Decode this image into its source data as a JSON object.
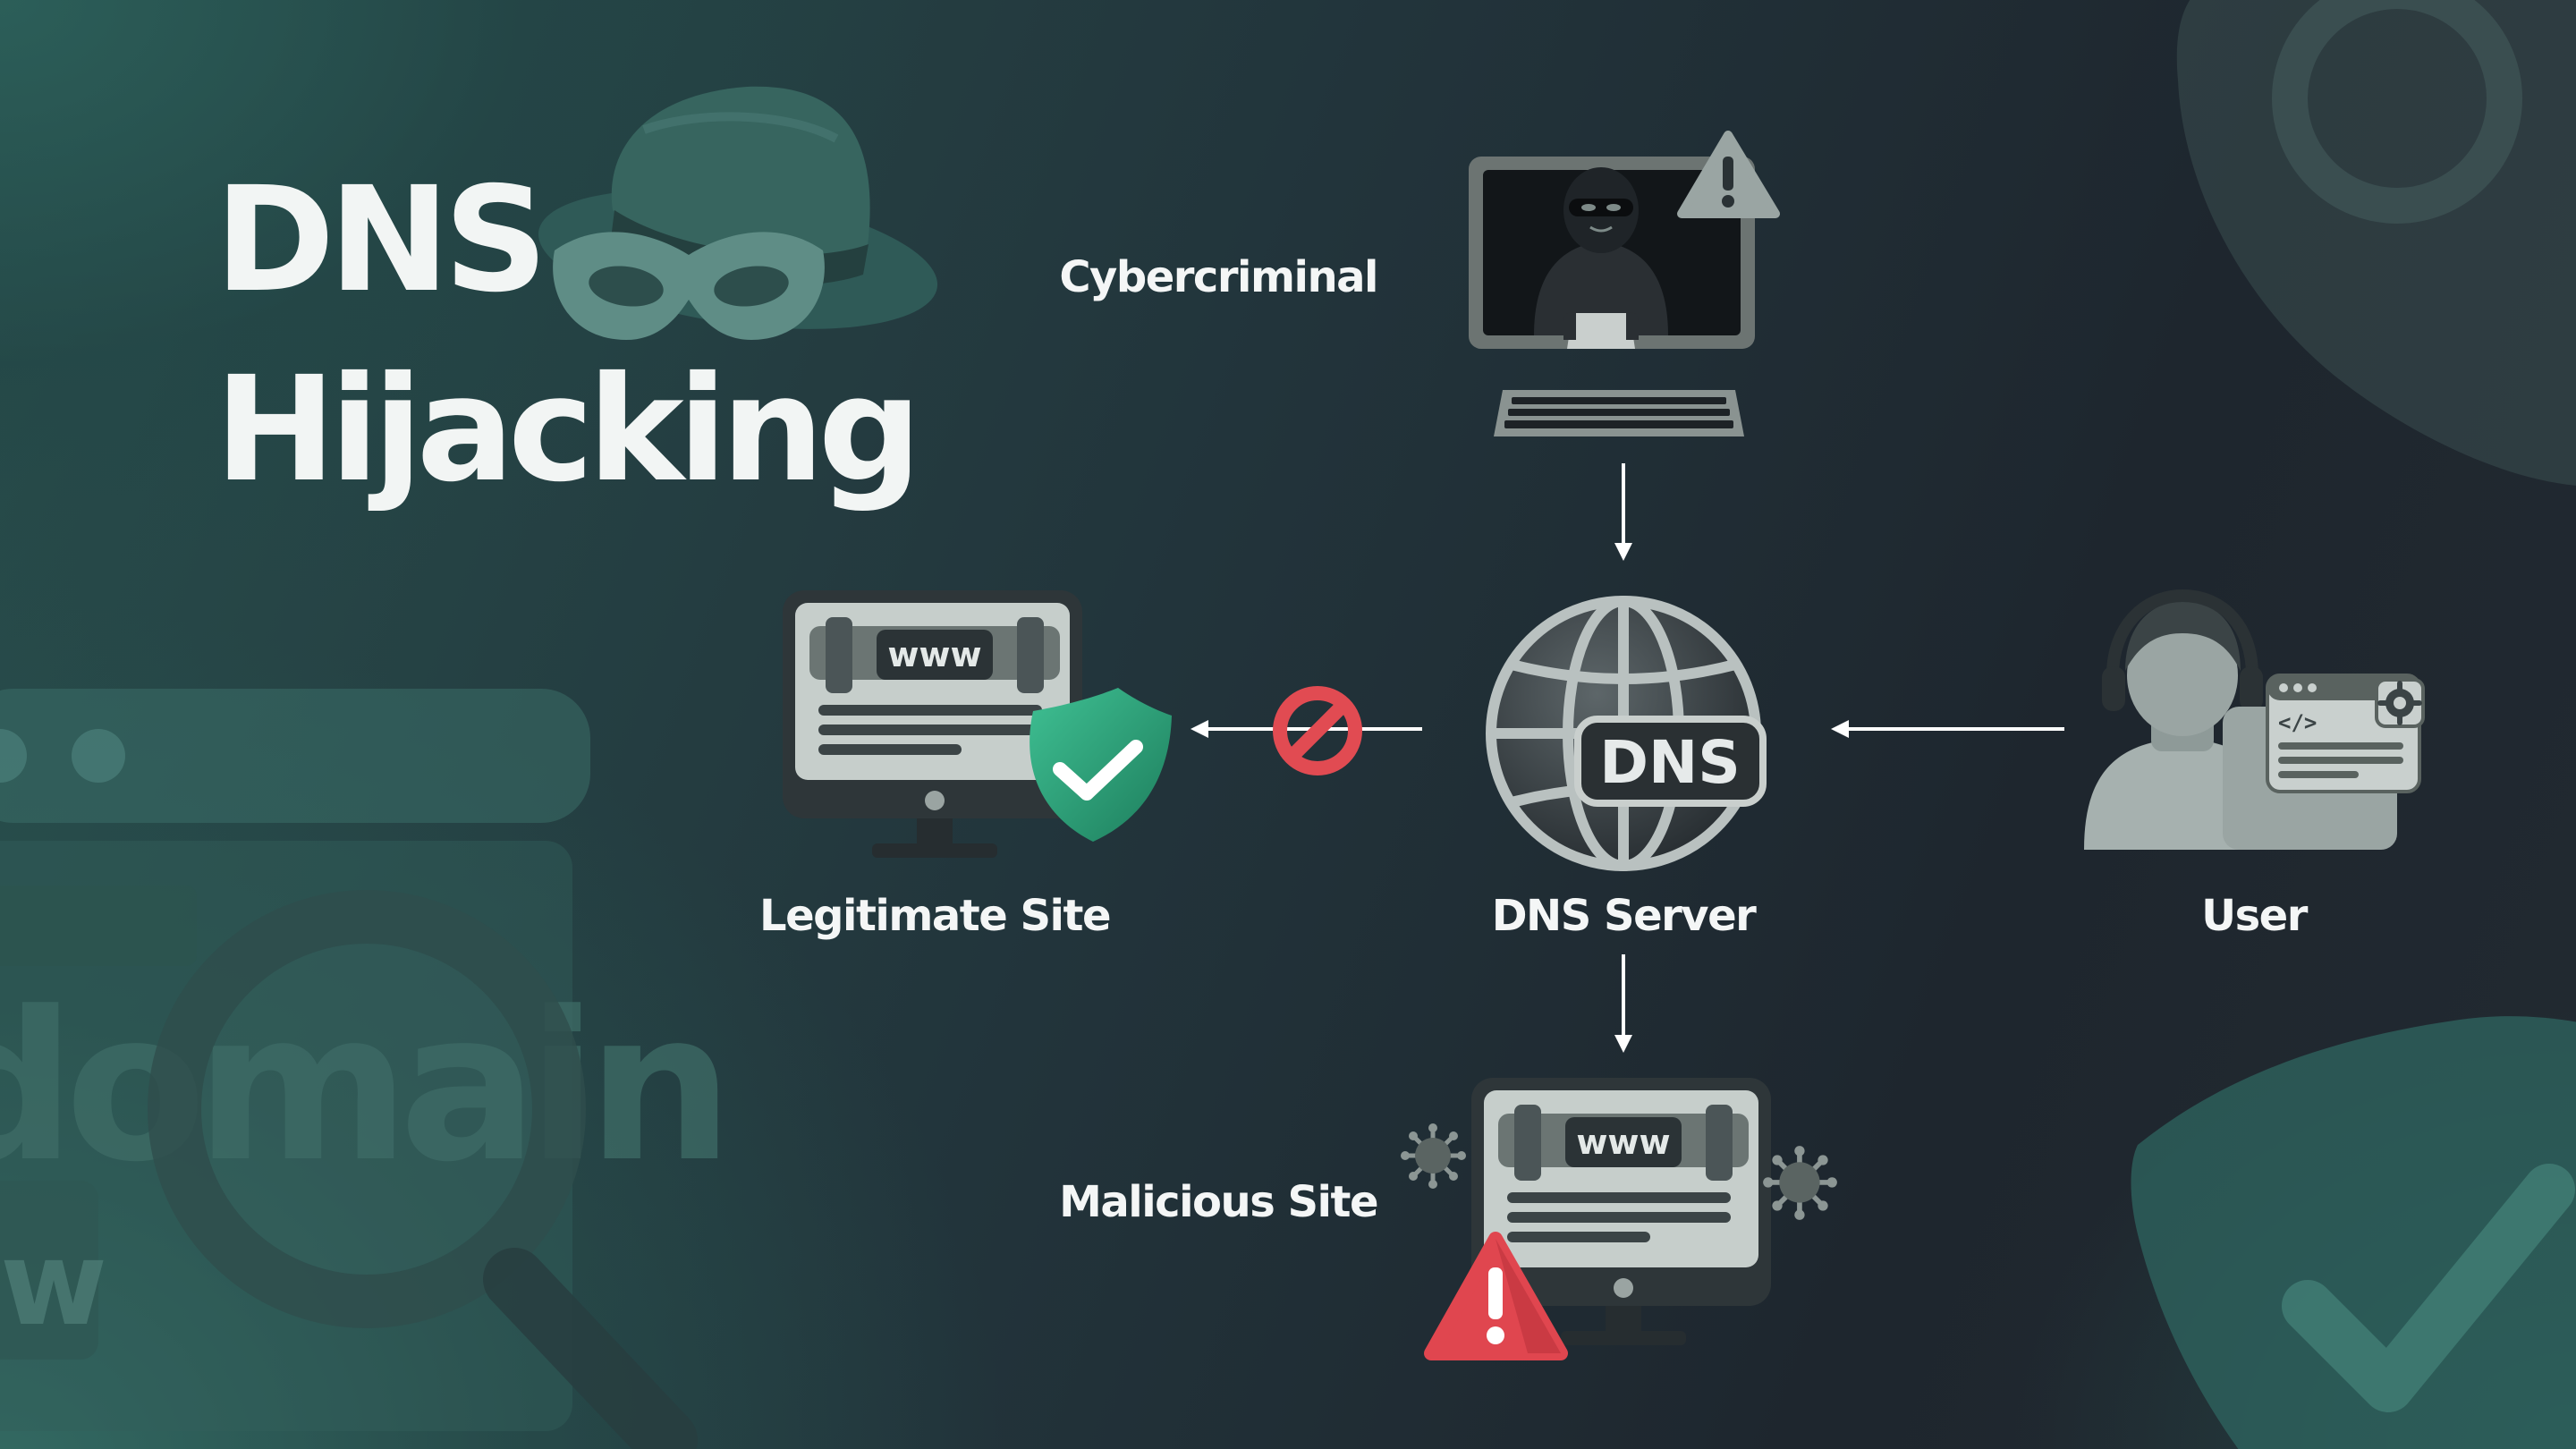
{
  "title": {
    "line1": "DNS",
    "line2": "Hijacking"
  },
  "nodes": {
    "cybercriminal": {
      "label": "Cybercriminal"
    },
    "dns_server": {
      "label": "DNS Server",
      "badge": "DNS"
    },
    "legitimate_site": {
      "label": "Legitimate Site",
      "screen_text": "www"
    },
    "malicious_site": {
      "label": "Malicious Site",
      "screen_text": "www"
    },
    "user": {
      "label": "User",
      "code_tag": "</>"
    }
  },
  "background": {
    "decor_text": "domain",
    "decor_box_text": "w"
  },
  "colors": {
    "bg_dark": "#1f2c33",
    "bg_teal": "#2d5e58",
    "text": "#f2f5f4",
    "arrow": "#ffffff",
    "shield_green": "#2aa57c",
    "warning_red": "#e0464f",
    "block_red": "#e14b52",
    "device_gray": "#9aa7a5"
  },
  "icons": [
    "spy-hat-icon",
    "spy-mask-icon",
    "hacker-computer-icon",
    "warning-triangle-icon",
    "globe-icon",
    "web-monitor-icon",
    "shield-check-icon",
    "blocked-icon",
    "virus-icon",
    "user-support-icon",
    "code-window-icon",
    "gear-icon",
    "magnifier-icon",
    "browser-window-icon"
  ]
}
